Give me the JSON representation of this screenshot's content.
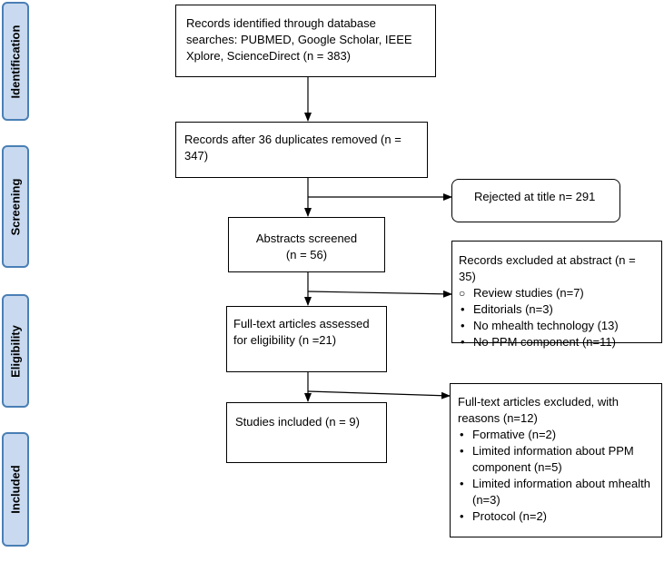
{
  "stages": {
    "identification": "Identification",
    "screening": "Screening",
    "eligibility": "Eligibility",
    "included": "Included"
  },
  "boxes": {
    "records_identified": "Records identified through database searches: PUBMED, Google Scholar, IEEE Xplore, ScienceDirect (n = 383)",
    "after_duplicates": "Records after 36 duplicates removed (n = 347)",
    "rejected_title": "Rejected at title n= 291",
    "abstracts_screened_line1": "Abstracts screened",
    "abstracts_screened_line2": "(n = 56)",
    "excluded_abstract": {
      "heading": "Records excluded at abstract (n = 35)",
      "items": [
        "Review studies (n=7)",
        "Editorials (n=3)",
        "No mhealth technology (13)",
        "No PPM component (n=11)"
      ]
    },
    "fulltext_assessed": "Full-text articles assessed for eligibility (n =21)",
    "studies_included": "Studies included (n = 9)",
    "excluded_fulltext": {
      "heading": "Full-text articles excluded, with reasons (n=12)",
      "items": [
        "Formative (n=2)",
        "Limited information about PPM component (n=5)",
        "Limited information about mhealth (n=3)",
        "Protocol (n=2)"
      ]
    }
  }
}
